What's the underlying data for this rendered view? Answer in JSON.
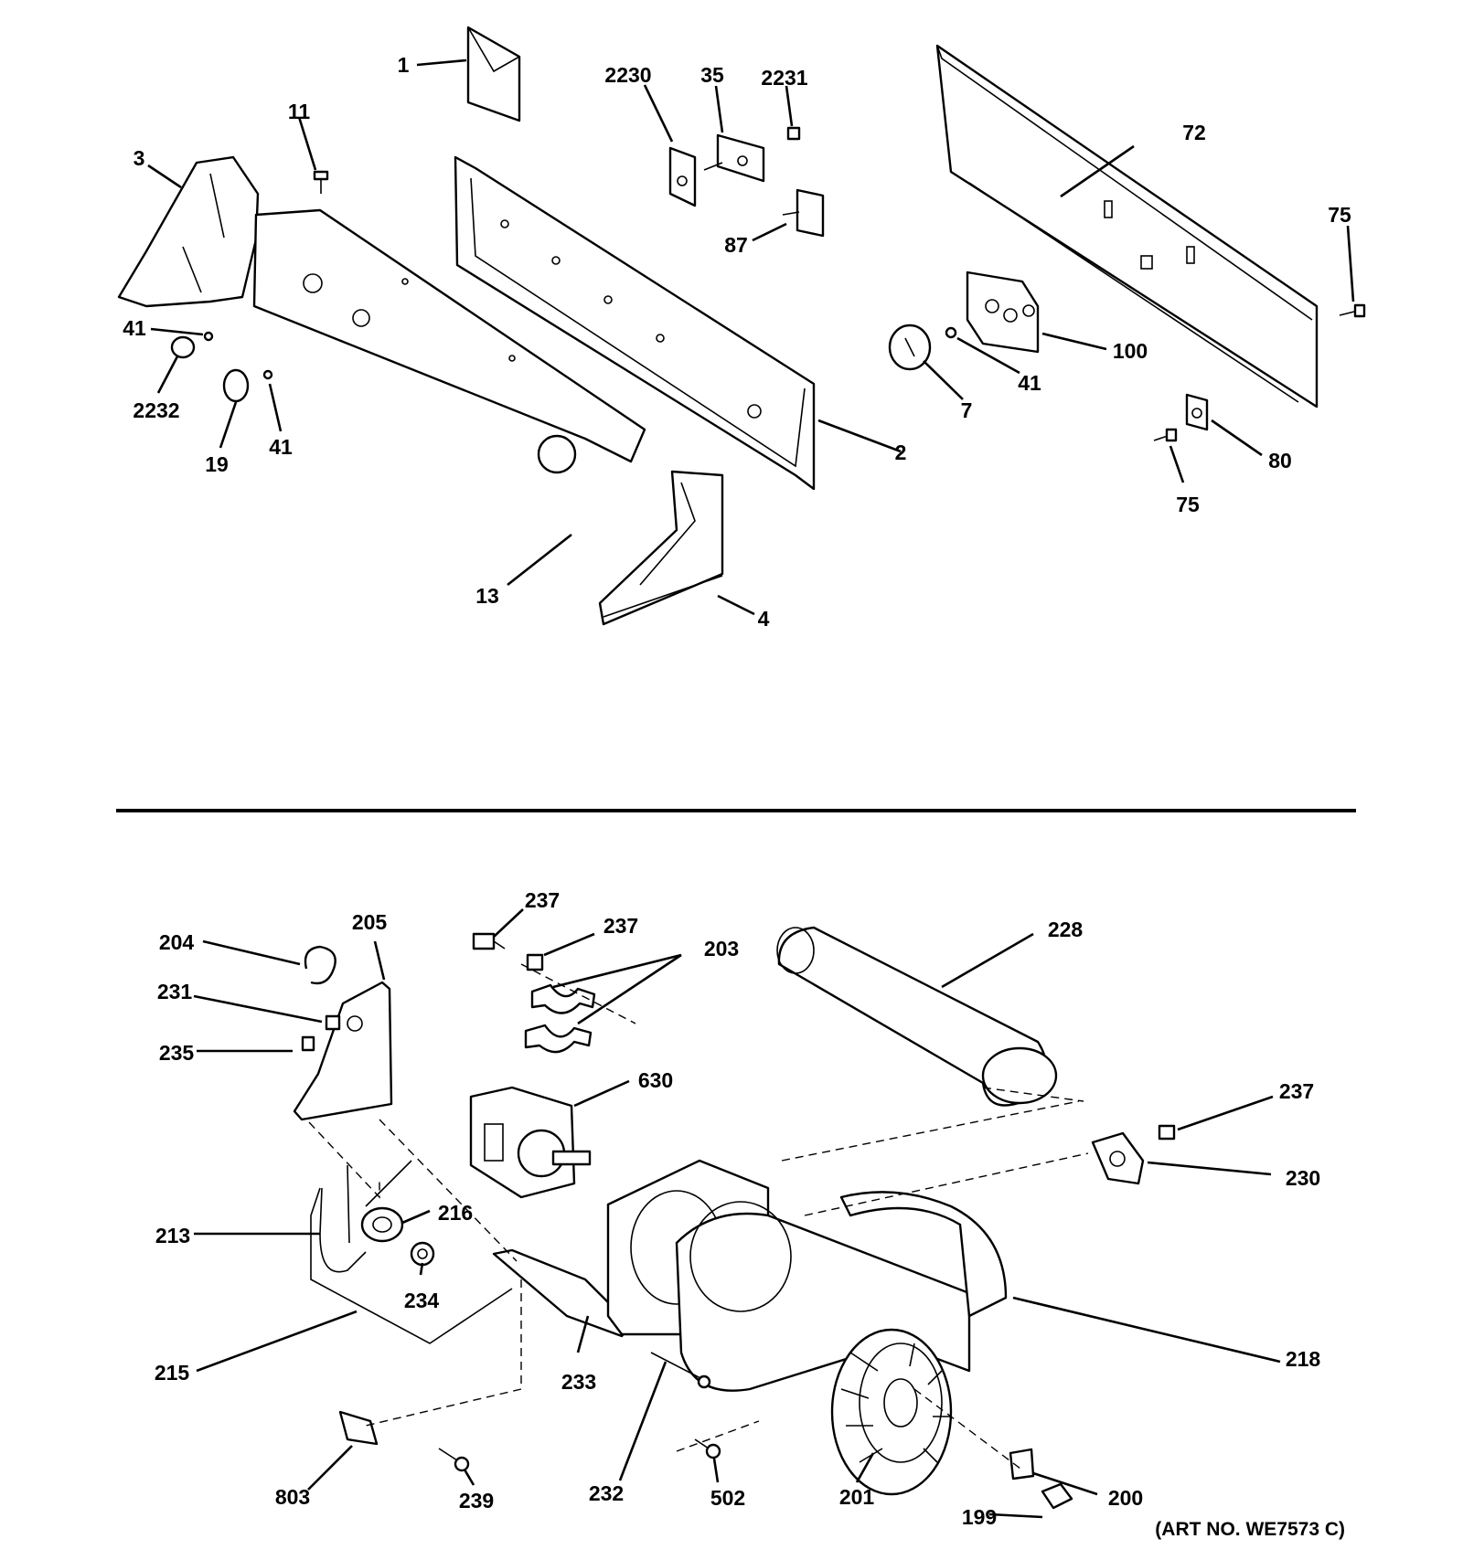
{
  "art_number": "(ART NO. WE7573 C)",
  "labels": {
    "l1": "1",
    "l2230": "2230",
    "l35": "35",
    "l2231": "2231",
    "l72": "72",
    "l11": "11",
    "l3": "3",
    "l87": "87",
    "l75a": "75",
    "l41a": "41",
    "l2232": "2232",
    "l19": "19",
    "l41b": "41",
    "l100": "100",
    "l7": "7",
    "l41c": "41",
    "l2": "2",
    "l80": "80",
    "l75b": "75",
    "l13": "13",
    "l4": "4",
    "l237a": "237",
    "l237b": "237",
    "l203": "203",
    "l228": "228",
    "l205": "205",
    "l204": "204",
    "l231": "231",
    "l235": "235",
    "l630": "630",
    "l237c": "237",
    "l230": "230",
    "l216": "216",
    "l213": "213",
    "l234": "234",
    "l218": "218",
    "l215": "215",
    "l233": "233",
    "l232": "232",
    "l803": "803",
    "l239": "239",
    "l502": "502",
    "l201": "201",
    "l200": "200",
    "l199": "199"
  }
}
